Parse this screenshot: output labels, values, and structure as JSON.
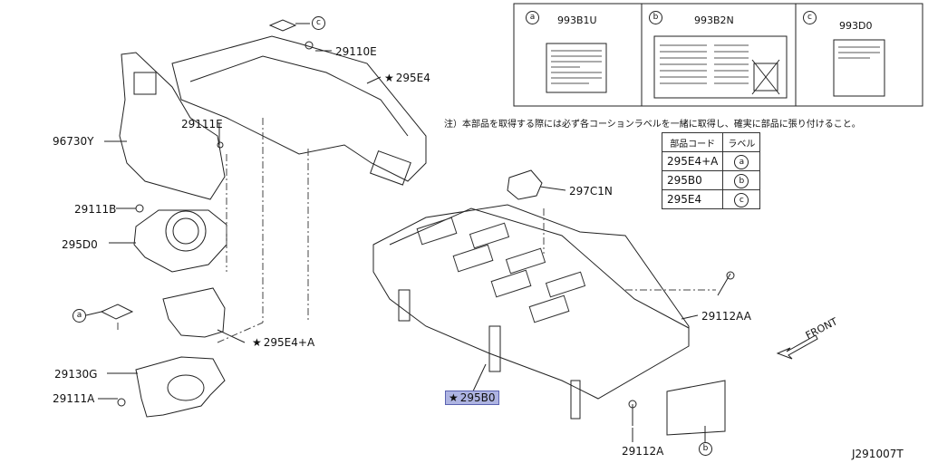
{
  "labels": {
    "p29110E": "29110E",
    "p295E4": "295E4",
    "p29111E": "29111E",
    "p96730Y": "96730Y",
    "p29111B": "29111B",
    "p295D0": "295D0",
    "p295E4A": "295E4+A",
    "p29130G": "29130G",
    "p29111A": "29111A",
    "p297C1N": "297C1N",
    "p29112AA": "29112AA",
    "p295B0": "295B0",
    "p29112A": "29112A",
    "front": "FRONT",
    "diagram_id": "J291007T"
  },
  "callouts": {
    "a": "a",
    "b": "b",
    "c": "c"
  },
  "label_panels": [
    {
      "marker": "a",
      "code": "993B1U"
    },
    {
      "marker": "b",
      "code": "993B2N"
    },
    {
      "marker": "c",
      "code": "993D0"
    }
  ],
  "note": "注）本部品を取得する際には必ず各コーションラベルを一緒に取得し、確実に部品に張り付けること。",
  "parts_table": {
    "headers": [
      "部品コード",
      "ラベル"
    ],
    "rows": [
      {
        "code": "295E4+A",
        "label": "a"
      },
      {
        "code": "295B0",
        "label": "b"
      },
      {
        "code": "295E4",
        "label": "c"
      }
    ]
  }
}
